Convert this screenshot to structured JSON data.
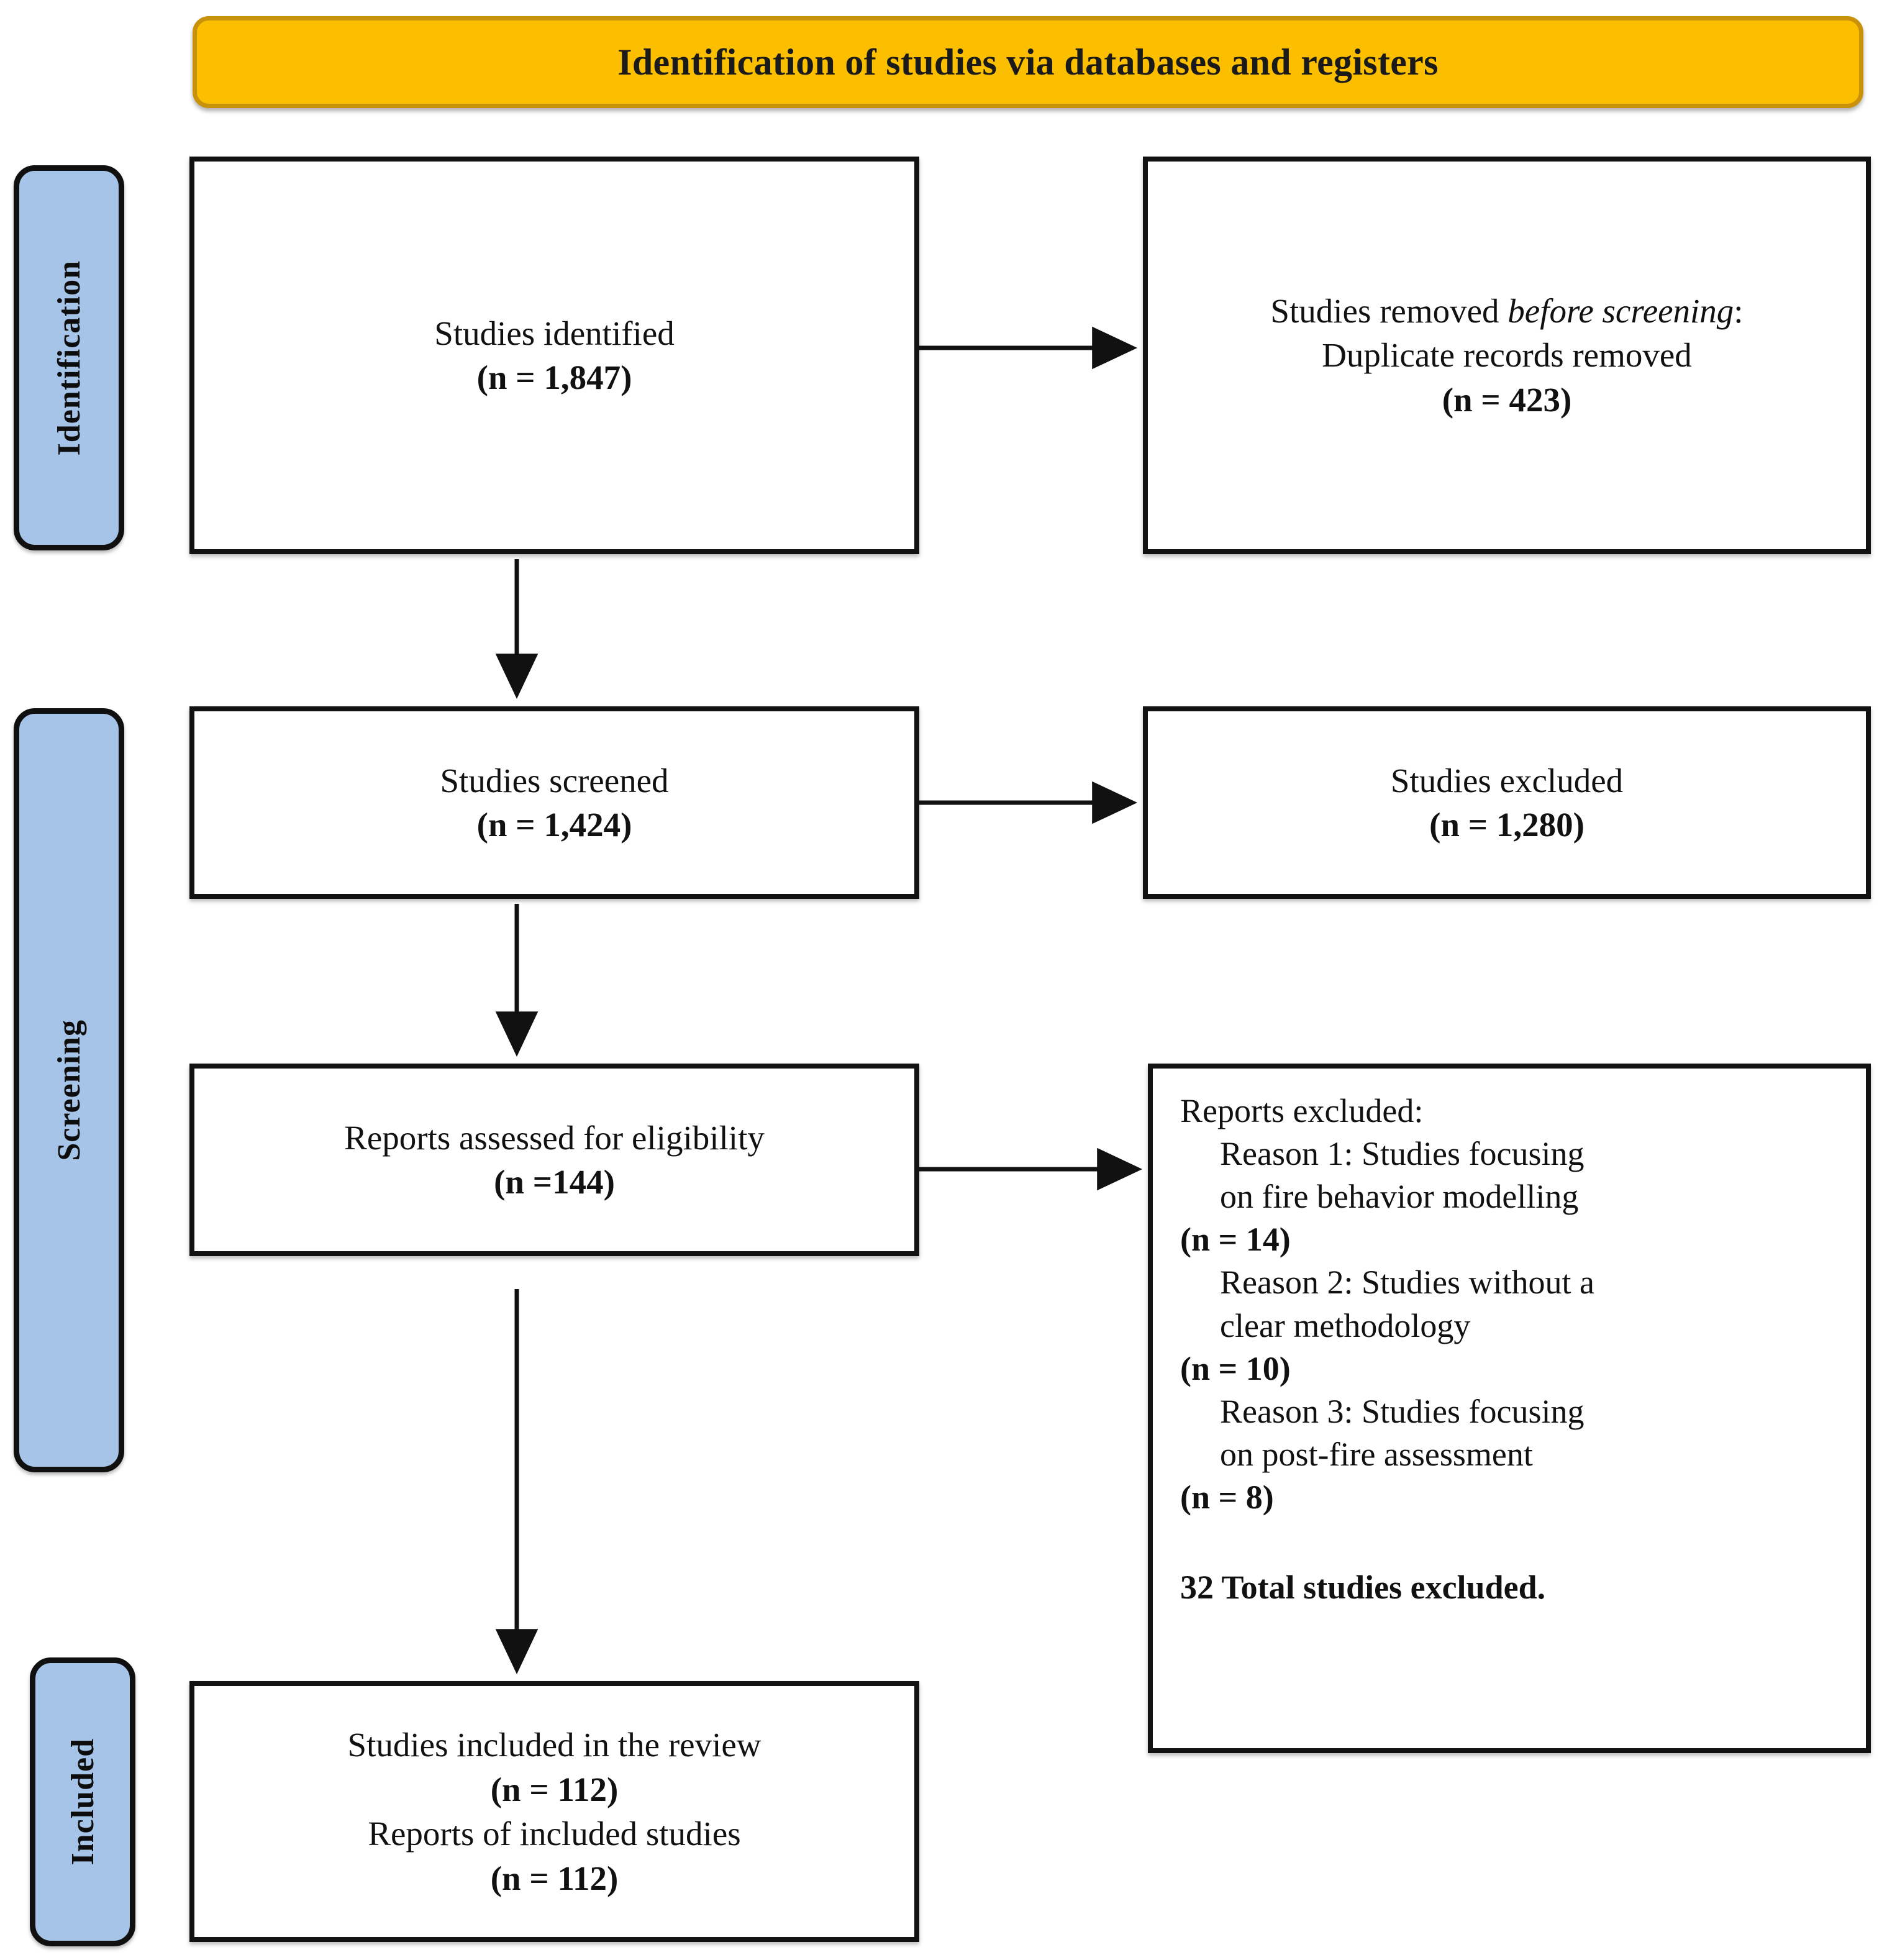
{
  "header": {
    "title": "Identification of studies via databases and registers",
    "fill_color": "#FBBF00",
    "border_color": "#C8920A"
  },
  "stages": {
    "accent_color": "#A5C4E7",
    "identification": "Identification",
    "screening": "Screening",
    "included": "Included"
  },
  "boxes": {
    "identified": {
      "line1": "Studies identified",
      "line2": "(n = 1,847)"
    },
    "removed_before_screening": {
      "line1_prefix": "Studies removed ",
      "line1_italic": "before screening",
      "line1_suffix": ":",
      "line2": "Duplicate records removed",
      "line3": "(n = 423)"
    },
    "screened": {
      "line1": "Studies screened",
      "line2": "(n = 1,424)"
    },
    "excluded": {
      "line1": "Studies excluded",
      "line2": "(n = 1,280)"
    },
    "eligibility": {
      "line1": "Reports assessed for eligibility",
      "line2": "(n =144)"
    },
    "reports_excluded": {
      "heading": "Reports excluded:",
      "reasons": [
        {
          "label_line1": "Reason 1: Studies focusing",
          "label_line2": "on fire behavior modelling",
          "count": "(n = 14)"
        },
        {
          "label_line1": "Reason 2: Studies without a",
          "label_line2": "clear methodology",
          "count": "(n = 10)"
        },
        {
          "label_line1": "Reason 3: Studies focusing",
          "label_line2": "on post-fire assessment",
          "count": "(n = 8)"
        }
      ],
      "total": "32 Total studies excluded."
    },
    "included_review": {
      "line1": "Studies included in the review",
      "line2": "(n = 112)",
      "line3": "Reports of included studies",
      "line4": "(n = 112)"
    }
  },
  "arrows": [
    {
      "name": "identified-to-removed",
      "direction": "right"
    },
    {
      "name": "identified-to-screened",
      "direction": "down"
    },
    {
      "name": "screened-to-excluded",
      "direction": "right"
    },
    {
      "name": "screened-to-eligibility",
      "direction": "down"
    },
    {
      "name": "eligibility-to-reports-excluded",
      "direction": "right"
    },
    {
      "name": "eligibility-to-included",
      "direction": "down"
    }
  ]
}
